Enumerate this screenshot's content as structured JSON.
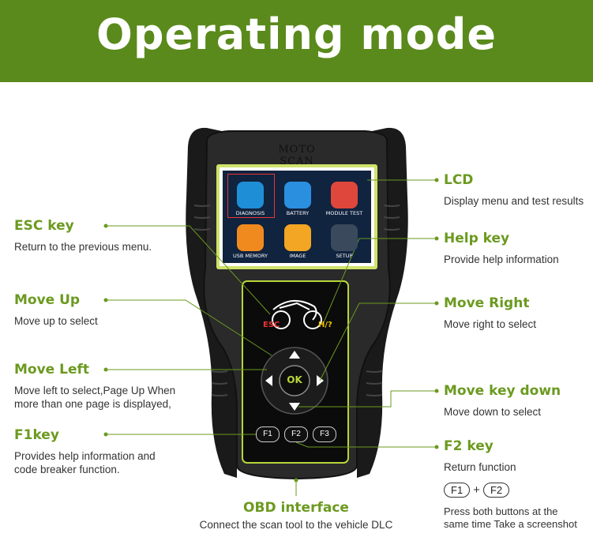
{
  "header": {
    "title": "Operating mode"
  },
  "device": {
    "brand": "MOTO SCAN",
    "screen_icons": [
      "DIAGNOSIS",
      "BATTERY",
      "MODULE TEST",
      "USB MEMORY",
      "IMAGE",
      "SETUP"
    ],
    "keys": {
      "esc": "ESC",
      "help": "H/?",
      "ok": "OK",
      "f1": "F1",
      "f2": "F2",
      "f3": "F3"
    }
  },
  "left_callouts": [
    {
      "title": "ESC key",
      "desc": [
        "Return to the previous menu."
      ]
    },
    {
      "title": "Move Up",
      "desc": [
        "Move up to select"
      ]
    },
    {
      "title": "Move Left",
      "desc": [
        "Move left to select,Page Up When",
        "more than one page is displayed,"
      ]
    },
    {
      "title": "F1key",
      "desc": [
        "Provides help information and",
        "code breaker function."
      ]
    }
  ],
  "right_callouts": [
    {
      "title": "LCD",
      "desc": [
        "Display menu and test results"
      ]
    },
    {
      "title": "Help key",
      "desc": [
        "Provide help information"
      ]
    },
    {
      "title": "Move Right",
      "desc": [
        "Move right to select"
      ]
    },
    {
      "title": "Move key down",
      "desc": [
        "Move down to select"
      ]
    },
    {
      "title": "F2 key",
      "desc": [
        "Return function"
      ]
    }
  ],
  "combo": {
    "key1": "F1",
    "plus": "+",
    "key2": "F2",
    "desc": [
      "Press both buttons at the",
      "same time Take a screenshot"
    ]
  },
  "bottom_callout": {
    "title": "OBD interface",
    "desc": "Connect the scan tool to the vehicle DLC"
  },
  "colors": {
    "banner": "#5a8a1c",
    "accent": "#6b9a1f"
  }
}
